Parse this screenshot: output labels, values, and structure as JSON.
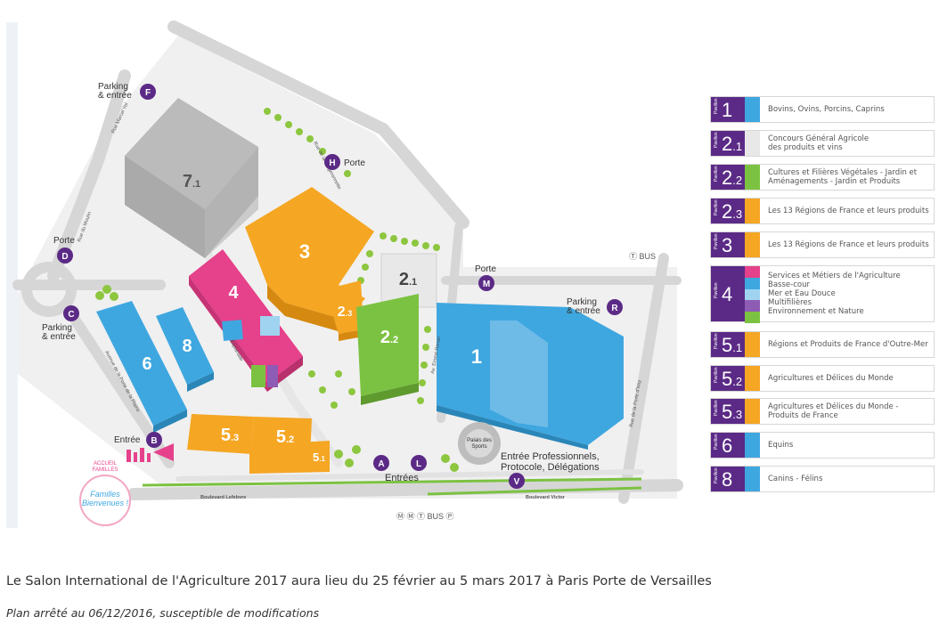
{
  "map": {
    "pavilions": [
      {
        "id": "7.1",
        "num": "7",
        "sub": ".1",
        "word": "Pavillon",
        "color": "#b3b3b3"
      },
      {
        "id": "3",
        "num": "3",
        "sub": "",
        "word": "Pavillon",
        "color": "#f5a623"
      },
      {
        "id": "4",
        "num": "4",
        "sub": "",
        "word": "Pavillon",
        "color": "#e6418b"
      },
      {
        "id": "2.1",
        "num": "2",
        "sub": ".1",
        "word": "Pavillon",
        "color": "#e8e8e8"
      },
      {
        "id": "2.3",
        "num": "2",
        "sub": ".3",
        "word": "Pavillon",
        "color": "#f5a623"
      },
      {
        "id": "2.2",
        "num": "2",
        "sub": ".2",
        "word": "Pavillon",
        "color": "#7cc242"
      },
      {
        "id": "1",
        "num": "1",
        "sub": "",
        "word": "Pavillon",
        "color": "#3fa7e0"
      },
      {
        "id": "6",
        "num": "6",
        "sub": "",
        "word": "Pavillon",
        "color": "#3fa7e0"
      },
      {
        "id": "8",
        "num": "8",
        "sub": "",
        "word": "Pavillon",
        "color": "#3fa7e0"
      },
      {
        "id": "5.3",
        "num": "5",
        "sub": ".3",
        "word": "Pavillon",
        "color": "#f5a623"
      },
      {
        "id": "5.2",
        "num": "5",
        "sub": ".2",
        "word": "Pavillon",
        "color": "#f5a623"
      },
      {
        "id": "5.1",
        "num": "5",
        "sub": ".1",
        "word": "Pavillon",
        "color": "#f5a623"
      }
    ],
    "markers": [
      {
        "letter": "F",
        "text": "Parking\n& entrée"
      },
      {
        "letter": "H",
        "text": "Porte"
      },
      {
        "letter": "D",
        "text": "Porte"
      },
      {
        "letter": "C",
        "text": "Parking\n& entrée"
      },
      {
        "letter": "M",
        "text": "Porte"
      },
      {
        "letter": "R",
        "text": "Parking\n& entrée"
      },
      {
        "letter": "B",
        "text": "Entrée"
      },
      {
        "letter": "A",
        "text": ""
      },
      {
        "letter": "L",
        "text": ""
      },
      {
        "letter": "V",
        "text": ""
      }
    ],
    "labels": {
      "entrees": "Entrées",
      "entree_pro": "Entrée Professionnels,\nProtocole, Délégations",
      "palais": "Palais des\nSports",
      "bd_lefebvre": "Boulevard Lefebvre",
      "bd_victor": "Boulevard Victor",
      "rue_marcel_yol": "Rue Marcel Yol",
      "rue_moulin": "Rue du Moulin",
      "rue_bergers": "Rue de la Bergeronnette",
      "av_ernest_renan": "Av. Ernest Renan",
      "av_porte_plaine": "Avenue de la Porte de la Plaine",
      "rue_porte_issy": "Rue de la Porte d'Issy",
      "esplanade": "Esplanade",
      "accueil": "ACCUEIL\nFAMILLES",
      "familles": "Familles\nBienvenues !",
      "transport_mid": "Ⓜ Ⓜ Ⓣ BUS Ⓟ",
      "transport_right": "Ⓣ BUS"
    }
  },
  "legend": [
    {
      "num": "1",
      "sub": "",
      "word": "Pavillon",
      "colors": [
        "#3fa7e0"
      ],
      "text": "Bovins, Ovins, Porcins, Caprins"
    },
    {
      "num": "2",
      "sub": ".1",
      "word": "Pavillon",
      "colors": [
        "#e8e8e8"
      ],
      "text": "Concours Général Agricole\ndes produits et vins"
    },
    {
      "num": "2",
      "sub": ".2",
      "word": "Pavillon",
      "colors": [
        "#7cc242"
      ],
      "text": "Cultures et Filières Végétales - Jardin et\nAménagements - Jardin et Produits"
    },
    {
      "num": "2",
      "sub": ".3",
      "word": "Pavillon",
      "colors": [
        "#f5a623"
      ],
      "text": "Les 13 Régions de France et leurs produits"
    },
    {
      "num": "3",
      "sub": "",
      "word": "Pavillon",
      "colors": [
        "#f5a623"
      ],
      "text": "Les 13 Régions de France et leurs produits"
    },
    {
      "num": "4",
      "sub": "",
      "word": "Pavillon",
      "colors": [
        "#e6418b",
        "#3fa7e0",
        "#9fd3f0",
        "#8e5bb5",
        "#7cc242"
      ],
      "text": "Services et Métiers de l'Agriculture\nBasse-cour\nMer et Eau Douce\nMultifilières\nEnvironnement et Nature"
    },
    {
      "num": "5",
      "sub": ".1",
      "word": "Pavillon",
      "colors": [
        "#f5a623"
      ],
      "text": "Régions et Produits de France d'Outre-Mer"
    },
    {
      "num": "5",
      "sub": ".2",
      "word": "Pavillon",
      "colors": [
        "#f5a623"
      ],
      "text": "Agricultures et Délices du Monde"
    },
    {
      "num": "5",
      "sub": ".3",
      "word": "Pavillon",
      "colors": [
        "#f5a623"
      ],
      "text": "Agricultures et Délices du Monde -\nProduits de France"
    },
    {
      "num": "6",
      "sub": "",
      "word": "Pavillon",
      "colors": [
        "#3fa7e0"
      ],
      "text": "Equins"
    },
    {
      "num": "8",
      "sub": "",
      "word": "Pavillon",
      "colors": [
        "#3fa7e0"
      ],
      "text": "Canins - Félins"
    }
  ],
  "caption": "Le Salon International de l'Agriculture 2017 aura lieu du 25 février au 5 mars 2017 à Paris Porte de Versailles",
  "note": "Plan arrêté au 06/12/2016, susceptible de modifications"
}
